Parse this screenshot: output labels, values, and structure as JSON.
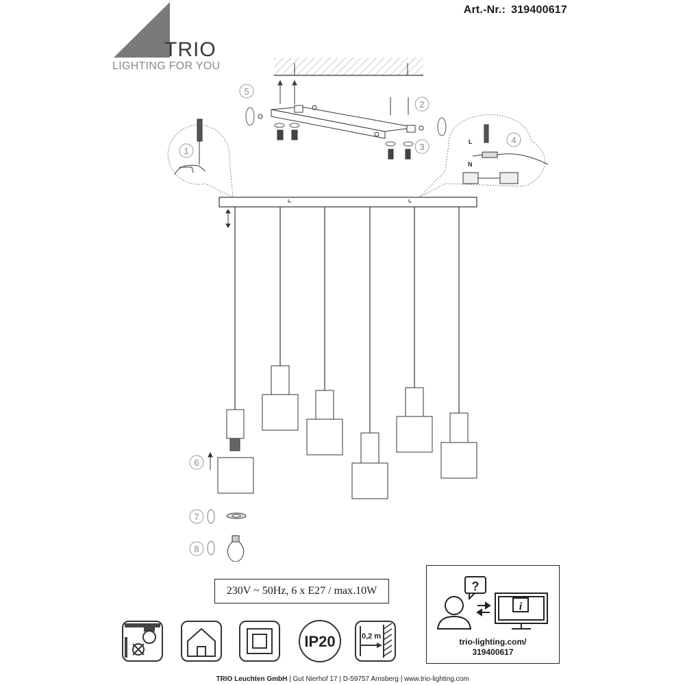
{
  "header": {
    "article_label": "Art.-Nr.:",
    "article_number": "319400617"
  },
  "logo": {
    "brand": "TRIO",
    "tagline": "LIGHTING FOR YOU",
    "color": "#777777"
  },
  "steps": [
    "1",
    "2",
    "3",
    "4",
    "5",
    "6",
    "7",
    "8"
  ],
  "wiring_labels": {
    "live": "L",
    "neutral": "N"
  },
  "spec": "230V ~ 50Hz, 6 x E27 / max.10W",
  "symbols": {
    "ip_rating": "IP20",
    "distance": "0,2 m",
    "icons": [
      "ceiling-mount-icon",
      "indoor-house-icon",
      "class-ii-insulation-icon",
      "ip20-icon",
      "min-distance-icon"
    ]
  },
  "help": {
    "url_line1": "trio-lighting.com/",
    "url_line2": "319400617",
    "question_mark": "?",
    "info_mark": "i"
  },
  "footer": {
    "company": "TRIO Leuchten GmbH",
    "address": "Gut Nierhof 17",
    "city": "D-59757 Arnsberg",
    "website": "www.trio-lighting.com"
  }
}
